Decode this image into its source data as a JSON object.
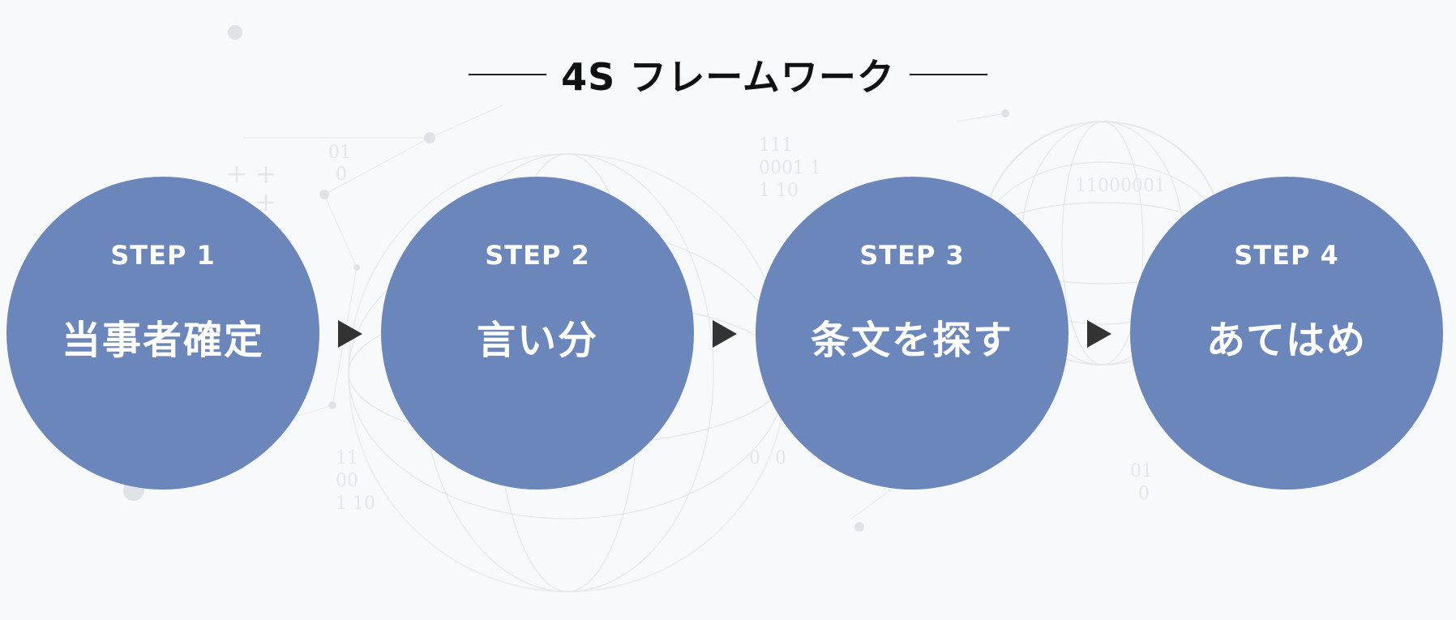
{
  "title": "4S フレームワーク",
  "steps": [
    {
      "label": "STEP 1",
      "name": "当事者確定"
    },
    {
      "label": "STEP 2",
      "name": "言い分"
    },
    {
      "label": "STEP 3",
      "name": "条文を探す"
    },
    {
      "label": "STEP 4",
      "name": "あてはめ"
    }
  ],
  "background_digits": [
    "01",
    "0",
    "111",
    "0001 1",
    "1 10",
    "11000001",
    "0",
    "0",
    "01",
    "0",
    "11",
    "00",
    "1 10"
  ],
  "colors": {
    "step_fill": "#6b86bb",
    "step_text": "#ffffff",
    "title_text": "#111111",
    "arrow": "#333333",
    "background": "#f8f9fa"
  },
  "icons": {
    "connector": "arrow-right-triangle",
    "title_decoration": "horizontal-rule"
  }
}
